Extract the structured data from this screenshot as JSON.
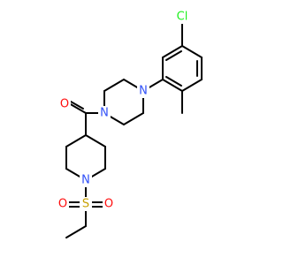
{
  "molecule": {
    "atom_colors": {
      "C": "#000000",
      "N": "#3050f8",
      "O": "#ff0d0d",
      "S": "#c8a000",
      "Cl": "#1ff01f"
    },
    "atoms": {
      "cl": "Cl",
      "n_pip_right": "N",
      "n_pip_left": "N",
      "o_carbonyl": "O",
      "n_piperidine": "N",
      "s_sulfonyl": "S",
      "o_sulfonyl_left": "O",
      "o_sulfonyl_right": "O"
    }
  }
}
